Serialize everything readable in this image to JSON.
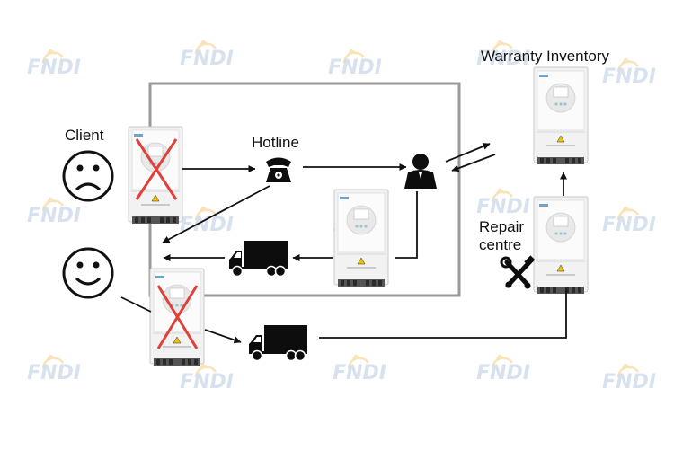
{
  "labels": {
    "client": "Client",
    "hotline": "Hotline",
    "warranty_inventory": "Warranty Inventory",
    "repair_line1": "Repair",
    "repair_line2": "centre"
  },
  "watermark": {
    "text": "FNDI"
  },
  "colors": {
    "stroke": "#111111",
    "frame": "#9a9a9a",
    "cross": "#e0403a",
    "inverter_body": "#f2f2f2",
    "warning": "#f2c200"
  }
}
